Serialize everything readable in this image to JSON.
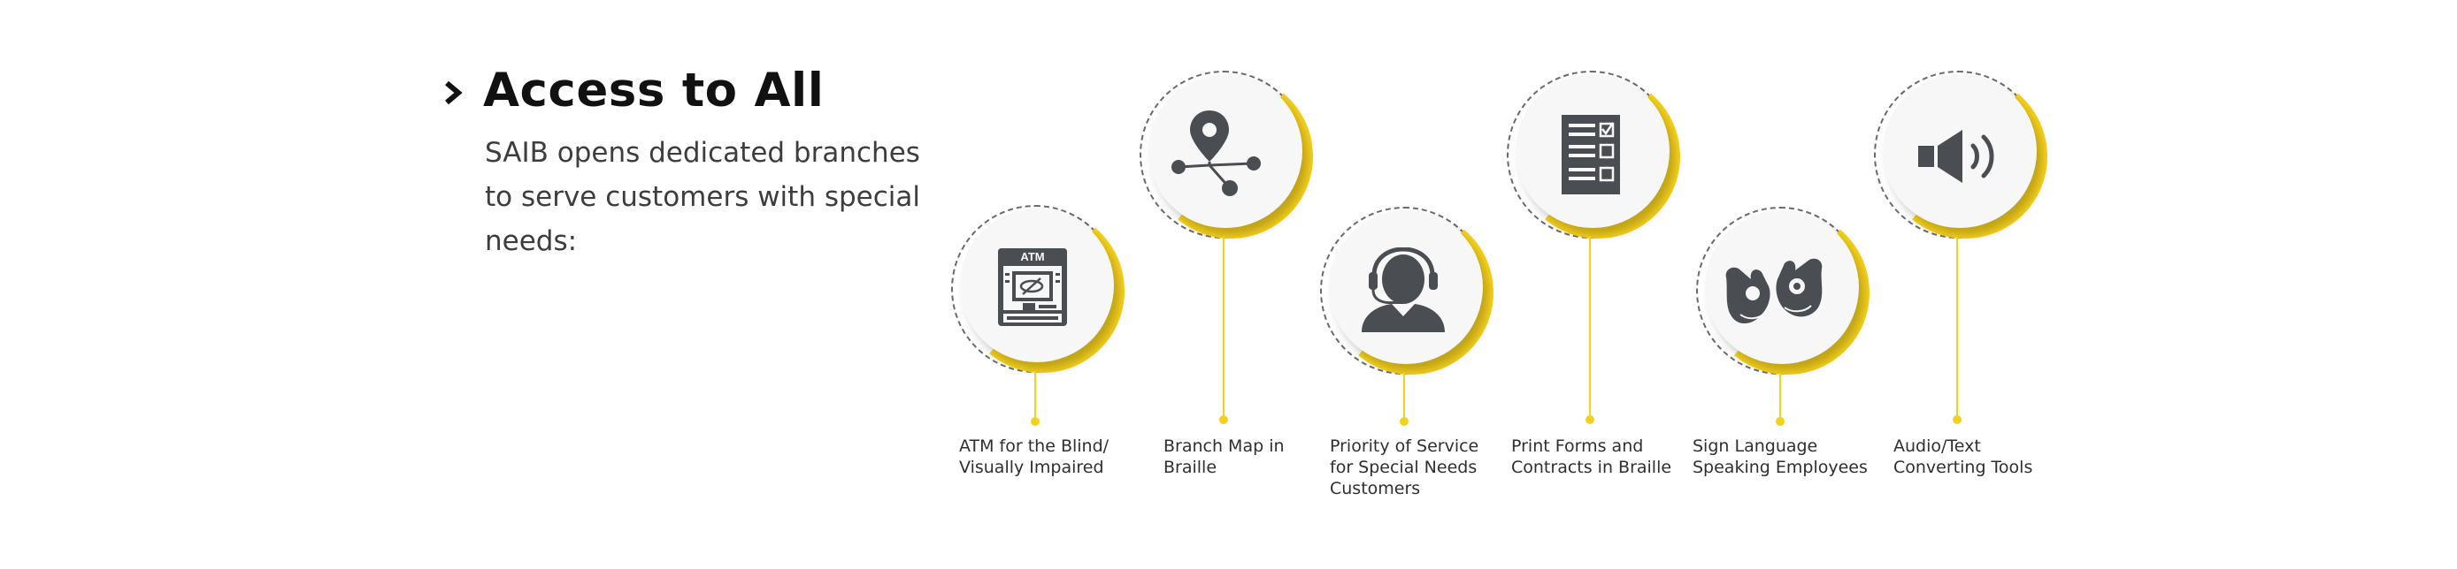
{
  "section": {
    "title": "Access to All",
    "description": "SAIB opens dedicated branches to serve customers with special needs:"
  },
  "colors": {
    "accent": "#f6d11c",
    "icon": "#4a4d52",
    "disc": "#f7f7f7"
  },
  "services": [
    {
      "label": "ATM for the Blind/\nVisually Impaired",
      "icon": "atm-icon",
      "icon_text": "ATM"
    },
    {
      "label": "Branch Map in\nBraille",
      "icon": "map-pin-network-icon"
    },
    {
      "label": "Priority of Service\nfor Special Needs\nCustomers",
      "icon": "headset-agent-icon"
    },
    {
      "label": "Print Forms and\nContracts in Braille",
      "icon": "form-checklist-icon"
    },
    {
      "label": "Sign Language\nSpeaking Employees",
      "icon": "sign-language-hands-icon"
    },
    {
      "label": "Audio/Text\nConverting Tools",
      "icon": "speaker-icon"
    }
  ]
}
